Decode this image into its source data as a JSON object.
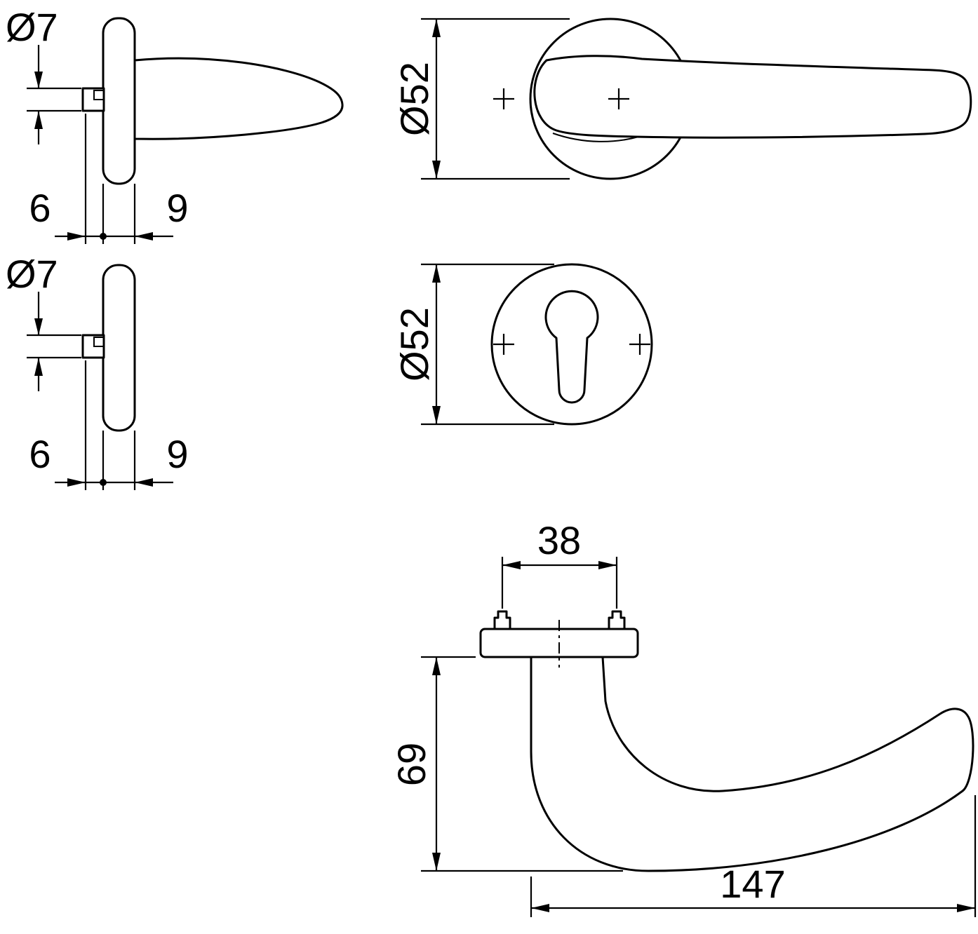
{
  "style": {
    "line_color": "#000000",
    "background": "#ffffff"
  },
  "views": {
    "handle_side": {
      "spindle_diameter": "Ø7",
      "backset_depth": "6",
      "rose_thickness": "9"
    },
    "escutcheon_side": {
      "spindle_diameter": "Ø7",
      "backset_depth": "6",
      "rose_thickness": "9"
    },
    "handle_front": {
      "rose_diameter": "Ø52"
    },
    "escutcheon_front": {
      "rose_diameter": "Ø52"
    },
    "handle_elevation": {
      "screw_spacing": "38",
      "handle_projection": "69",
      "handle_length": "147"
    }
  }
}
